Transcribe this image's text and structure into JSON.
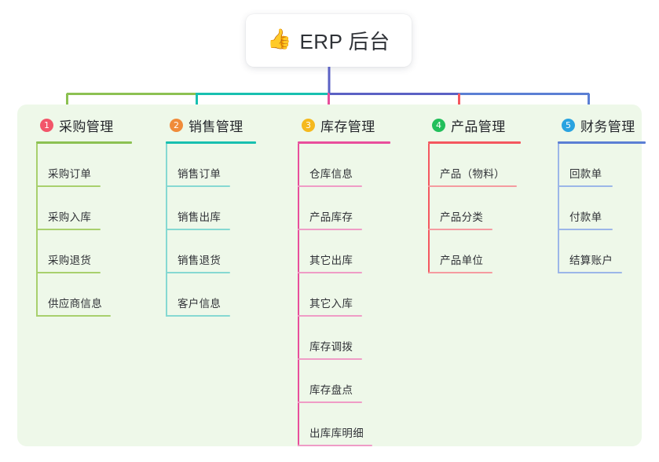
{
  "root": {
    "icon": "thumbs-up-icon",
    "icon_glyph": "👍",
    "title": "ERP 后台"
  },
  "panel": {
    "background_color": "#eef8e9"
  },
  "connector": {
    "trunk_color": "#5b61c4",
    "bar_segments": [
      {
        "color": "#8cc152"
      },
      {
        "color": "#18c0b0"
      },
      {
        "color": "#e84f9c"
      },
      {
        "color": "#5b61c4"
      },
      {
        "color": "#5b7fd4"
      }
    ]
  },
  "columns": [
    {
      "number": "1",
      "title": "采购管理",
      "badge_color": "#f2566a",
      "line_color": "#8cc152",
      "item_line_color": "#a8d06d",
      "spine_color": "#a8d06d",
      "header_line_width": 122,
      "items": [
        {
          "label": "采购订单",
          "line_width": 82
        },
        {
          "label": "采购入库",
          "line_width": 82
        },
        {
          "label": "采购退货",
          "line_width": 82
        },
        {
          "label": "供应商信息",
          "line_width": 95
        }
      ]
    },
    {
      "number": "2",
      "title": "销售管理",
      "badge_color": "#f08b3a",
      "line_color": "#18c0b0",
      "item_line_color": "#86d9d2",
      "spine_color": "#86d9d2",
      "header_line_width": 115,
      "items": [
        {
          "label": "销售订单",
          "line_width": 82
        },
        {
          "label": "销售出库",
          "line_width": 82
        },
        {
          "label": "销售退货",
          "line_width": 82
        },
        {
          "label": "客户信息",
          "line_width": 82
        }
      ]
    },
    {
      "number": "3",
      "title": "库存管理",
      "badge_color": "#f5b91e",
      "line_color": "#e84f9c",
      "item_line_color": "#ef9cc6",
      "spine_color": "#e84f9c",
      "header_line_width": 118,
      "items": [
        {
          "label": "仓库信息",
          "line_width": 82
        },
        {
          "label": "产品库存",
          "line_width": 82
        },
        {
          "label": "其它出库",
          "line_width": 82
        },
        {
          "label": "其它入库",
          "line_width": 82
        },
        {
          "label": "库存调拨",
          "line_width": 82
        },
        {
          "label": "库存盘点",
          "line_width": 82
        },
        {
          "label": "出库库明细",
          "line_width": 95
        }
      ]
    },
    {
      "number": "4",
      "title": "产品管理",
      "badge_color": "#22bf5b",
      "line_color": "#f4575f",
      "item_line_color": "#f59ba0",
      "spine_color": "#f4575f",
      "header_line_width": 118,
      "items": [
        {
          "label": "产品（物料）",
          "line_width": 113
        },
        {
          "label": "产品分类",
          "line_width": 82
        },
        {
          "label": "产品单位",
          "line_width": 82
        }
      ]
    },
    {
      "number": "5",
      "title": "财务管理",
      "badge_color": "#29a3e0",
      "line_color": "#5b7fd4",
      "item_line_color": "#9cb6e8",
      "spine_color": "#9cb6e8",
      "header_line_width": 112,
      "items": [
        {
          "label": "回款单",
          "line_width": 70
        },
        {
          "label": "付款单",
          "line_width": 70
        },
        {
          "label": "结算账户",
          "line_width": 82
        }
      ]
    }
  ]
}
